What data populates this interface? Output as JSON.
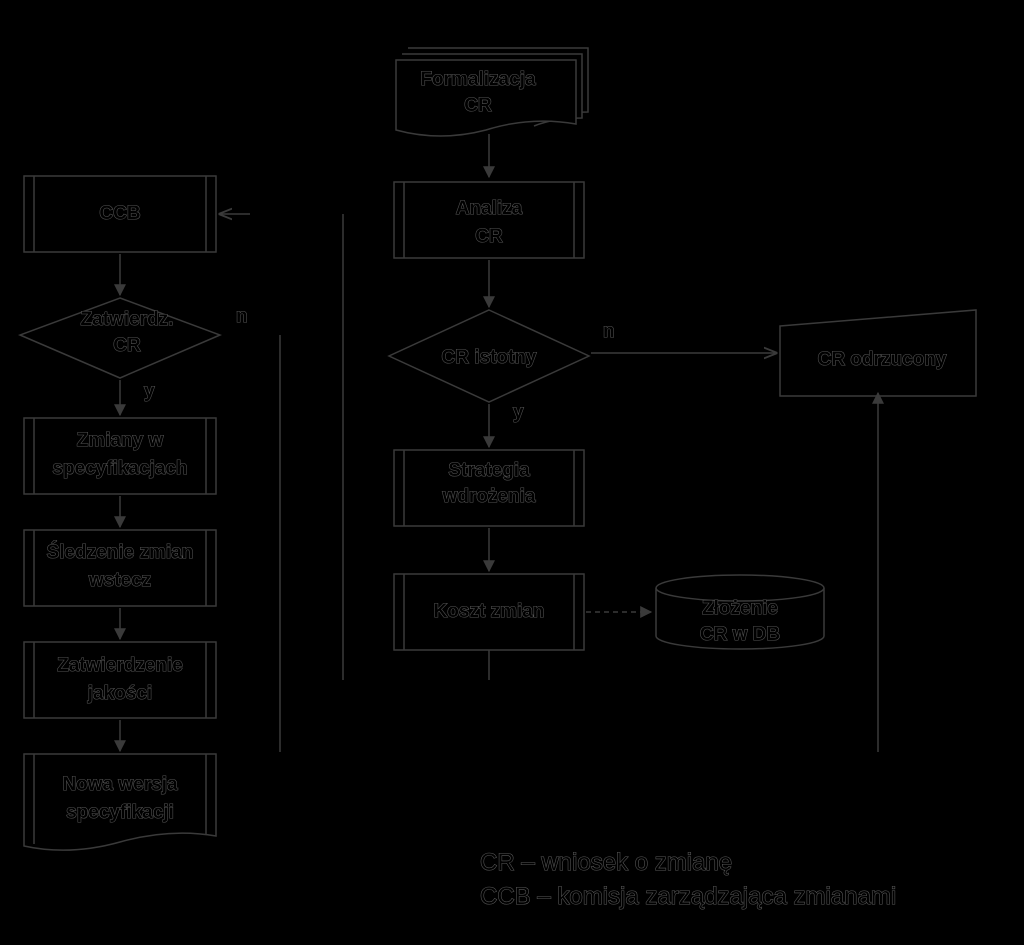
{
  "nodes": {
    "formalizacja": [
      "Formalizacja",
      "CR"
    ],
    "analiza": [
      "Analiza",
      "CR"
    ],
    "cr_istotny": [
      "CR istotny"
    ],
    "strategia": [
      "Strategia",
      "wdrożenia"
    ],
    "koszt": [
      "Koszt zmian"
    ],
    "zlozenie": [
      "Złożenie",
      "CR w DB"
    ],
    "cr_odrzucony": [
      "CR odrzucony"
    ],
    "ccb": [
      "CCB"
    ],
    "zatwierdz": [
      "Zatwierdz.",
      "CR"
    ],
    "zmiany": [
      "Zmiany w",
      "specyfikacjach"
    ],
    "sledzenie": [
      "Śledzenie zmian",
      "wstecz"
    ],
    "zatwierdzenie_jakosci": [
      "Zatwierdzenie",
      "jakości"
    ],
    "nowa_wersja": [
      "Nowa wersja",
      "specyfikacji"
    ]
  },
  "branch_labels": {
    "cr_istotny_yes": "y",
    "cr_istotny_no": "n",
    "zatwierdz_yes": "y",
    "zatwierdz_no": "n"
  },
  "legend": {
    "line1": "CR – wniosek o zmianę",
    "line2": "CCB – komisja zarządzająca zmianami"
  }
}
